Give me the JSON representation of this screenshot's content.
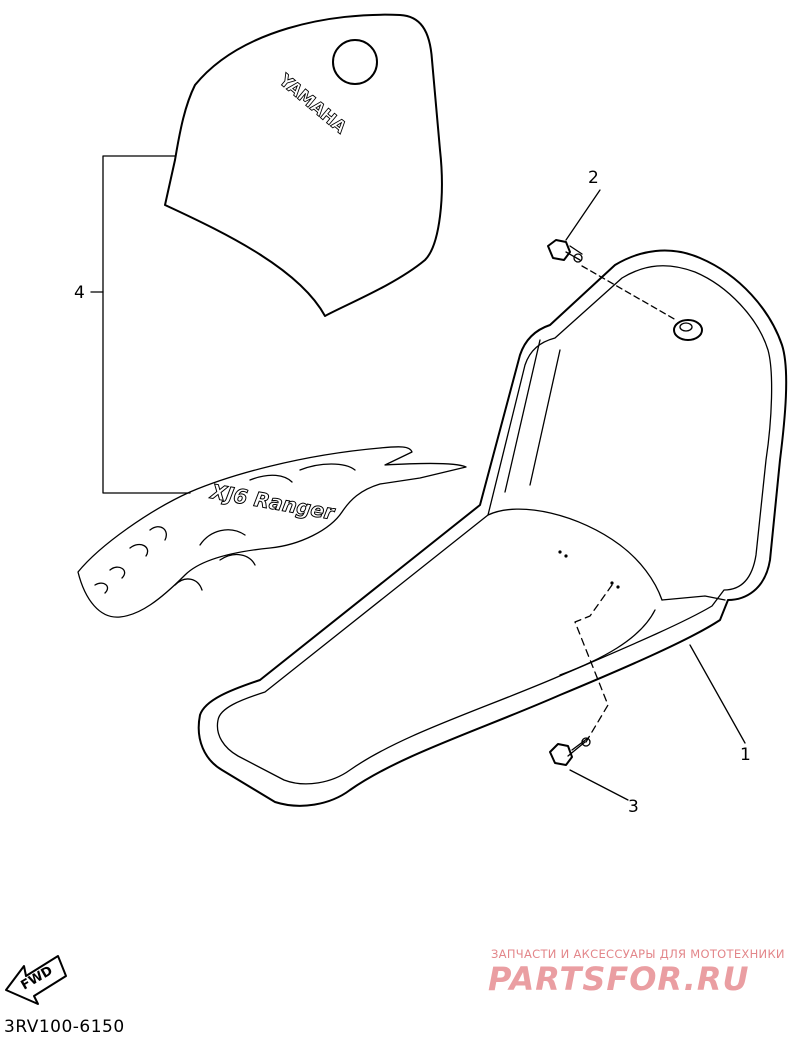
{
  "diagram": {
    "callouts": [
      "1",
      "2",
      "3",
      "4"
    ],
    "seal_cover_text": "YAMAHA",
    "decal_text": "XJ6 Ranger",
    "fwd_label": "FWD",
    "part_code": "3RV100-6150"
  },
  "watermark": {
    "top_text": "ЗАПЧАСТИ И АКСЕССУАРЫ ДЛЯ МОТОТЕХНИКИ",
    "logo_text": "PARTSFOR.RU",
    "color": "#e3868a"
  }
}
